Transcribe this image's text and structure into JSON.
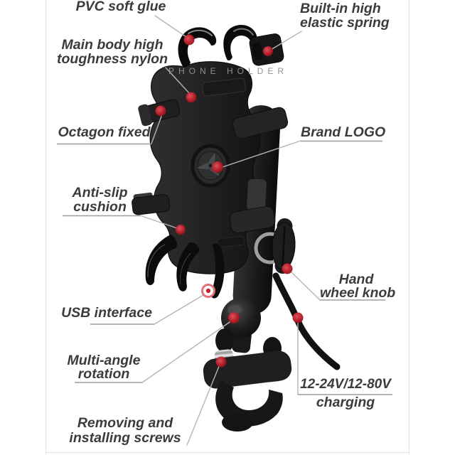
{
  "diagram_title": "Motorcycle phone holder feature callout diagram",
  "watermark": "PHONE HOLDER",
  "annotations": {
    "pvc_glue": {
      "text": "PVC soft glue"
    },
    "elastic_spring": {
      "line1": "Built-in high",
      "line2": "elastic spring"
    },
    "main_body": {
      "line1": "Main body high",
      "line2": "toughness nylon"
    },
    "octagon_fixed": {
      "text": "Octagon fixed"
    },
    "brand_logo": {
      "text": "Brand LOGO"
    },
    "anti_slip": {
      "line1": "Anti-slip",
      "line2": "cushion"
    },
    "usb_interface": {
      "text": "USB interface"
    },
    "hand_wheel": {
      "line1": "Hand",
      "line2": "wheel knob"
    },
    "multi_angle": {
      "line1": "Multi-angle",
      "line2": "rotation"
    },
    "removing_screws": {
      "line1": "Removing and",
      "line2": "installing screws"
    },
    "charging": {
      "line1": "12-24V/12-80V",
      "line2": "charging"
    }
  },
  "colors": {
    "marker_red": "#c1272d",
    "label_text": "#3b3b3b",
    "leader_line": "#b5b5b5",
    "watermark_gray": "#8f8f8f",
    "product_black": "#1c1c1c"
  }
}
